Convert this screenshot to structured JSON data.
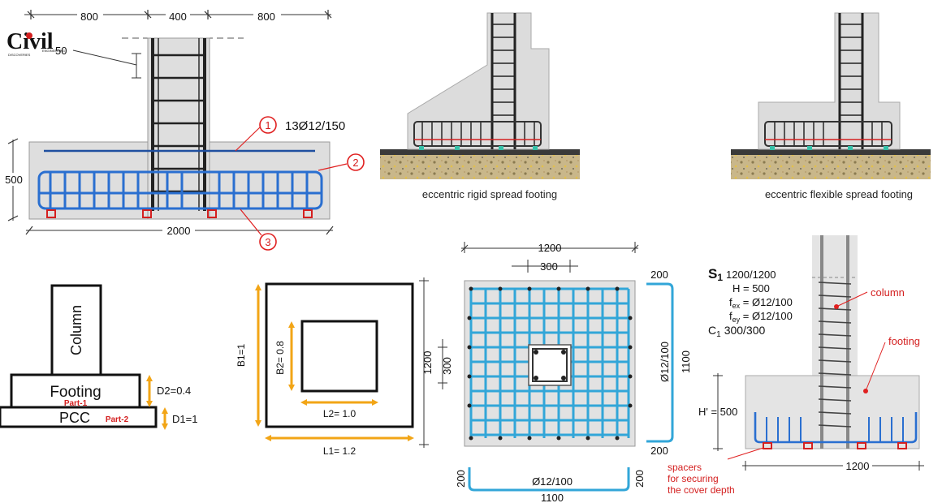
{
  "logo": {
    "text": "Civil",
    "sub1": "ENGINEERING",
    "sub2": "DISCOVERIES"
  },
  "colors": {
    "rebar_blue": "#2a6fd0",
    "rebar_cyan": "#32a6d8",
    "concrete": "#dcdcdc",
    "callout_red": "#e02020",
    "dim_orange": "#f2a516"
  },
  "section_footing": {
    "dims_top": [
      "800",
      "400",
      "800"
    ],
    "cover": "50",
    "height": "500",
    "width": "2000",
    "callouts": [
      "1",
      "2",
      "3"
    ],
    "bar_label": "13Ø12/150"
  },
  "eccentric_rigid": {
    "caption": "eccentric rigid spread footing"
  },
  "eccentric_flexible": {
    "caption": "eccentric flexible spread footing"
  },
  "pcc_sketch": {
    "column": "Column",
    "footing": "Footing",
    "part1": "Part-1",
    "pcc": "PCC",
    "part2": "Part-2",
    "d2": "D2=0.4",
    "d1": "D1=1"
  },
  "plan_sketch": {
    "b1": "B1=1",
    "b2": "B2= 0.8",
    "l2": "L2= 1.0",
    "l1": "L1= 1.2"
  },
  "plan_rebar": {
    "top_total": "1200",
    "top_col": "300",
    "left_total": "1200",
    "left_col": "300",
    "right_hook_top": "200",
    "right_bar": "Ø12/100",
    "right_len": "1100",
    "right_hook_bottom": "200",
    "bottom_hook_left": "200",
    "bottom_bar": "Ø12/100",
    "bottom_len": "1100",
    "bottom_hook_right": "200"
  },
  "spec_section": {
    "s1_prefix": "S",
    "s1_sub": "1",
    "s1_value": "1200/1200",
    "h": "H = 500",
    "fex_prefix": "f",
    "fex_sub": "ex",
    "fex_value": " = Ø12/100",
    "fey_prefix": "f",
    "fey_sub": "ey",
    "fey_value": " = Ø12/100",
    "c1_prefix": "C",
    "c1_sub": "1",
    "c1_value": "300/300",
    "column_label": "column",
    "footing_label": "footing",
    "h_dim": "H' = 500",
    "width": "1200",
    "spacers1": "spacers",
    "spacers2": "for securing",
    "spacers3": "the cover depth"
  }
}
